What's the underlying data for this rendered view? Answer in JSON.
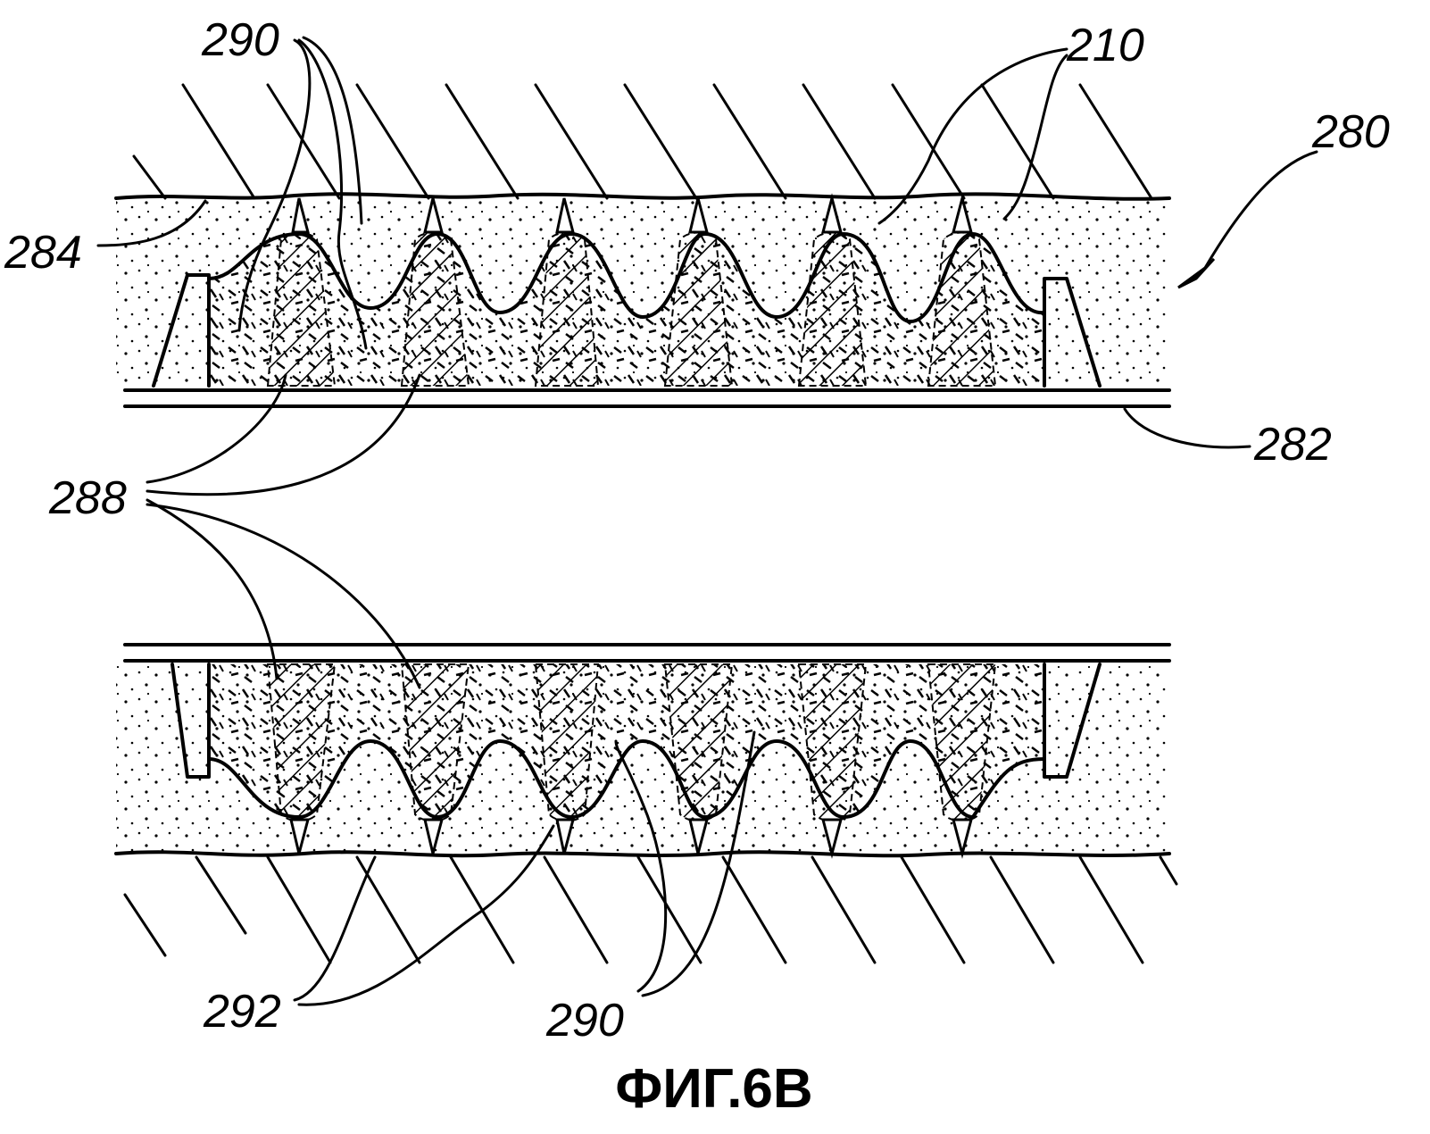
{
  "figure": {
    "caption": "ФИГ.6B",
    "labels": {
      "l280": "280",
      "l210": "210",
      "l290_top": "290",
      "l284": "284",
      "l282": "282",
      "l288": "288",
      "l292": "292",
      "l290_bottom": "290"
    }
  }
}
